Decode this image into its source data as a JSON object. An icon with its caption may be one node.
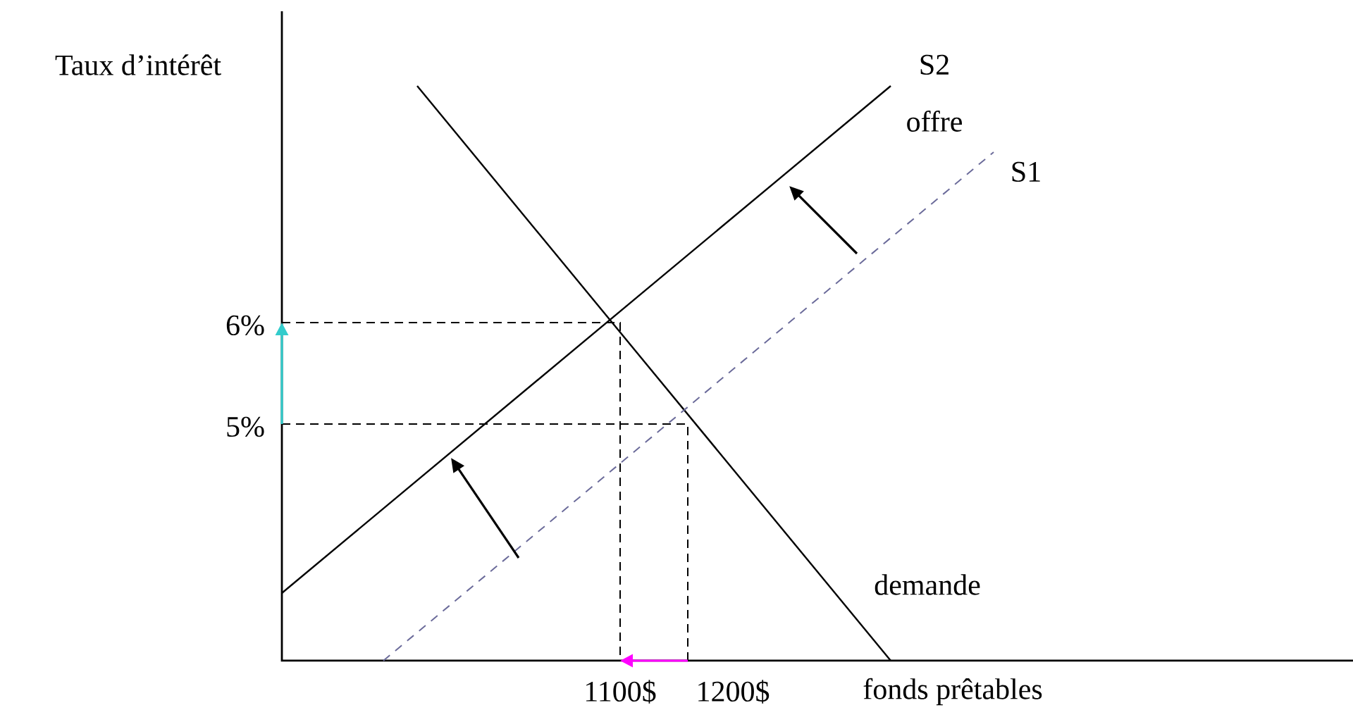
{
  "diagram": {
    "labels": [
      "Taux d’intérêt",
      "S2",
      "offre",
      "S1",
      "6%",
      "5%",
      "demande",
      "1100$",
      "1200$",
      "fonds prêtables"
    ]
  }
}
